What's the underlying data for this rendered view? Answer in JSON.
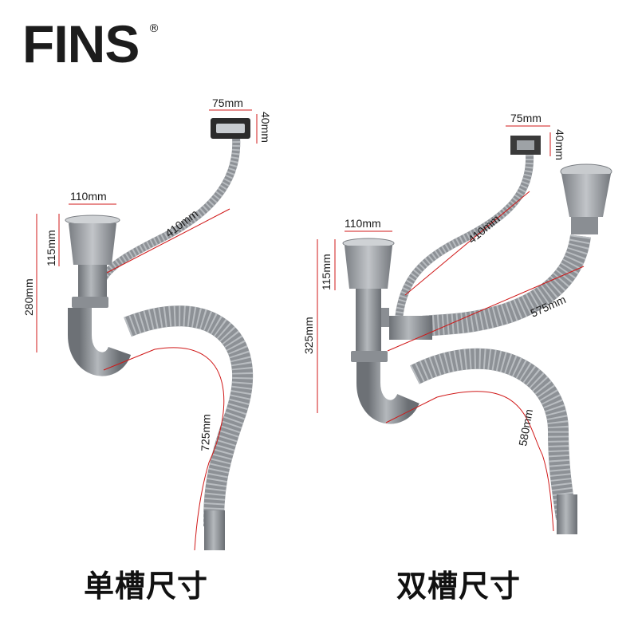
{
  "brand": {
    "name": "FINS",
    "reg_mark": "®"
  },
  "single_sink": {
    "caption": "单槽尺寸",
    "dims": {
      "overflow_width": "75mm",
      "overflow_height": "40mm",
      "strainer_width": "110mm",
      "strainer_height": "115mm",
      "total_height": "280mm",
      "overflow_hose": "410mm",
      "drain_hose": "725mm"
    }
  },
  "double_sink": {
    "caption": "双槽尺寸",
    "dims": {
      "overflow_width": "75mm",
      "overflow_height": "40mm",
      "strainer_width": "110mm",
      "strainer_height": "115mm",
      "total_height": "325mm",
      "overflow_hose": "410mm",
      "connector_hose": "575mm",
      "drain_hose": "580mm"
    }
  },
  "colors": {
    "pipe": "#8f9398",
    "dimension": "#d01818",
    "text": "#1c1c1c"
  }
}
